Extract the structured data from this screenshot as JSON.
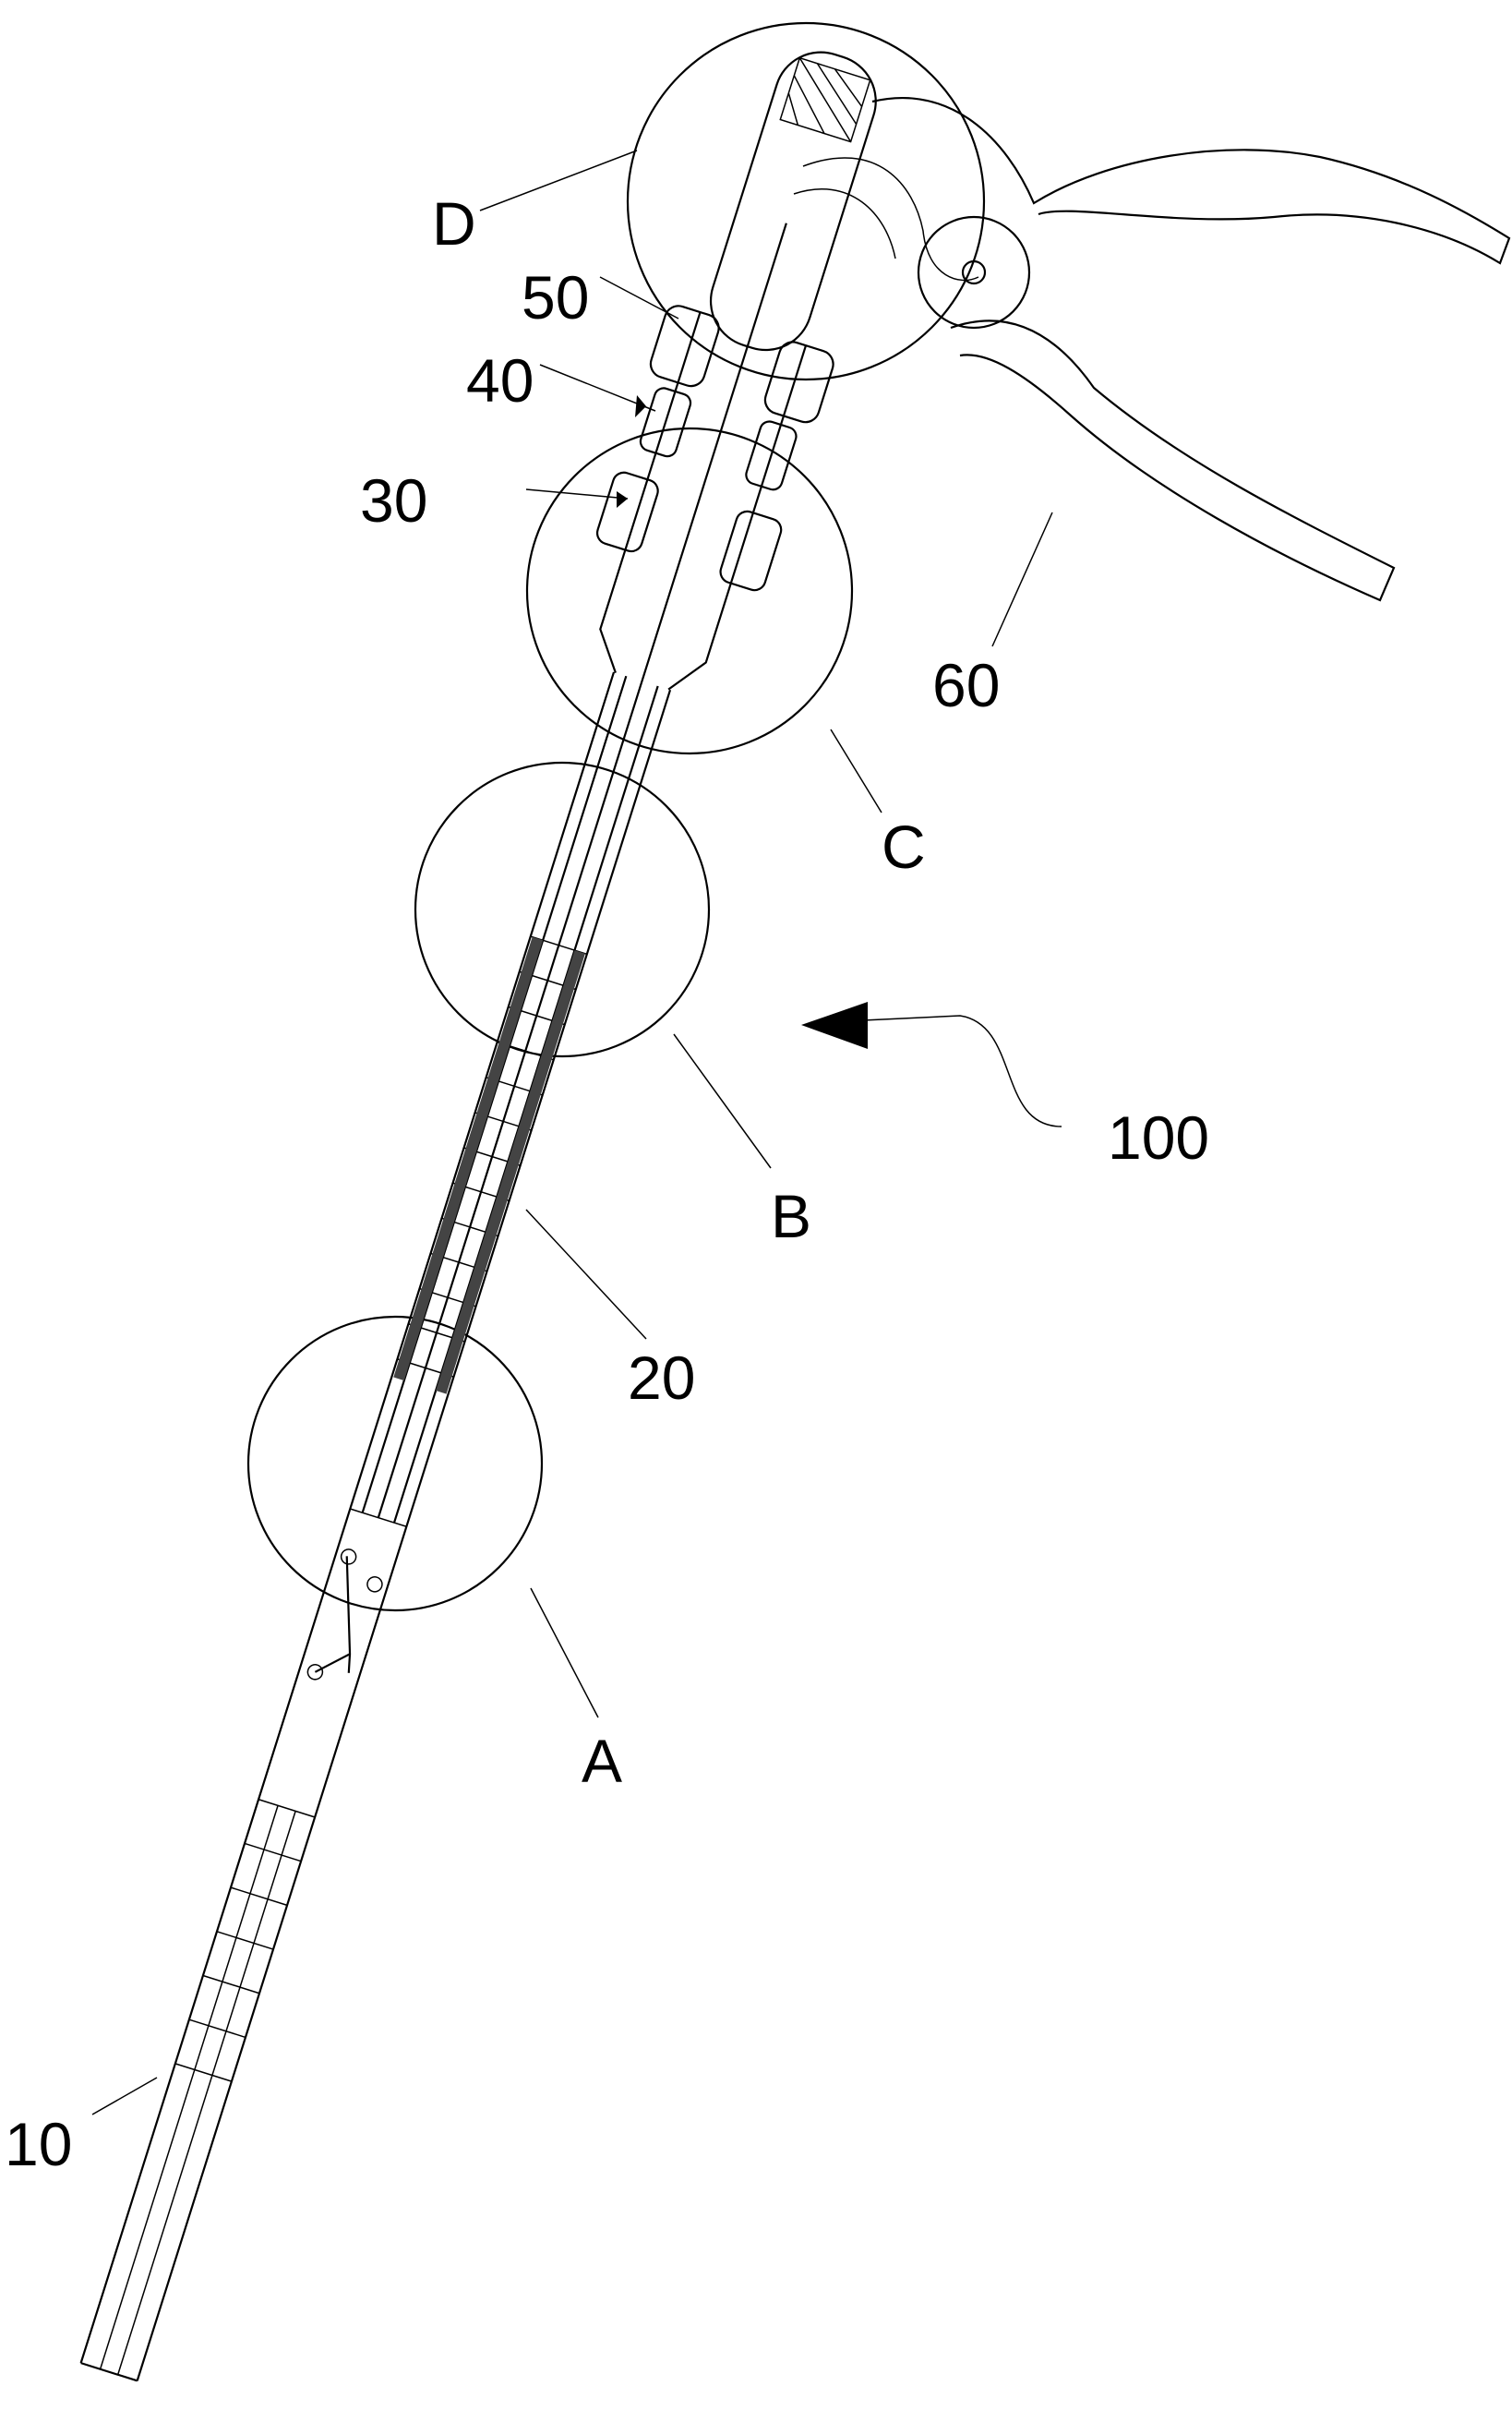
{
  "figure": {
    "detail_labels": {
      "a": "A",
      "b": "B",
      "c": "C",
      "d": "D"
    },
    "part_labels": {
      "p10": "10",
      "p20": "20",
      "p30": "30",
      "p40": "40",
      "p50": "50",
      "p60": "60",
      "p100": "100"
    }
  }
}
